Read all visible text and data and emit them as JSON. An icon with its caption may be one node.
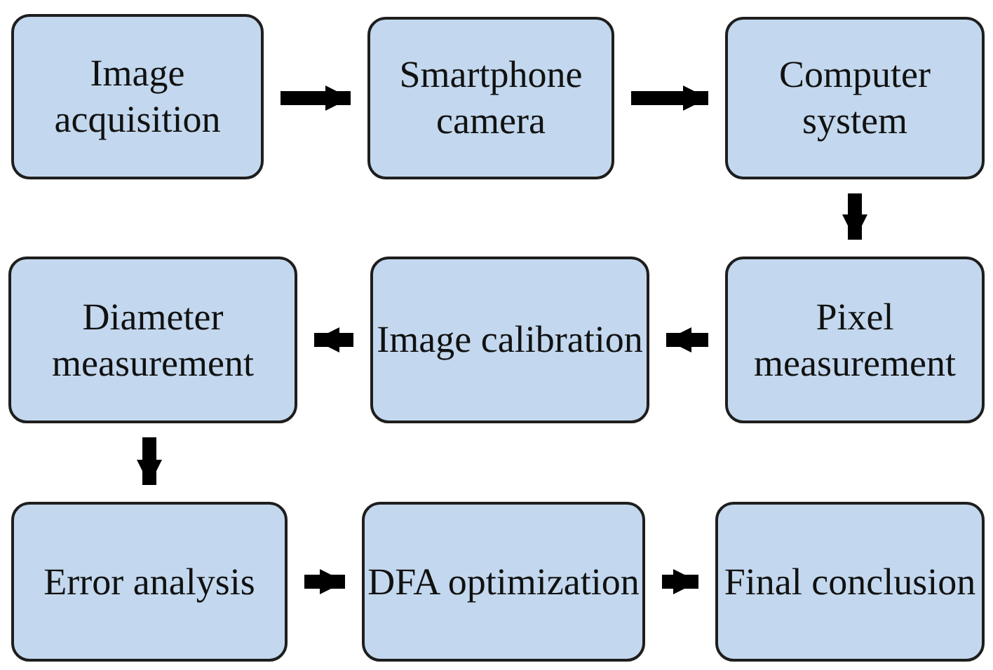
{
  "diagram": {
    "nodes": [
      {
        "text": [
          "Image acquisition"
        ]
      },
      {
        "text": [
          "Smartphone camera"
        ]
      },
      {
        "text": [
          "Computer system"
        ]
      },
      {
        "text": [
          "Diameter measurement"
        ]
      },
      {
        "text": [
          "Image calibration"
        ]
      },
      {
        "text": [
          "Pixel measurement"
        ]
      },
      {
        "text": [
          "Error analysis"
        ]
      },
      {
        "text": [
          "DFA optimization"
        ]
      },
      {
        "text": [
          "Final conclusion"
        ]
      }
    ],
    "edges": [
      {
        "from": 0,
        "to": 1,
        "arrow": "to"
      },
      {
        "from": 1,
        "to": 2,
        "arrow": "to"
      },
      {
        "from": 2,
        "to": 5,
        "arrow": "to"
      },
      {
        "from": 5,
        "to": 4,
        "arrow": "to"
      },
      {
        "from": 4,
        "to": 3,
        "arrow": "to"
      },
      {
        "from": 3,
        "to": 6,
        "arrow": "to"
      },
      {
        "from": 6,
        "to": 7,
        "arrow": "to"
      },
      {
        "from": 7,
        "to": 8,
        "arrow": "to"
      }
    ]
  }
}
